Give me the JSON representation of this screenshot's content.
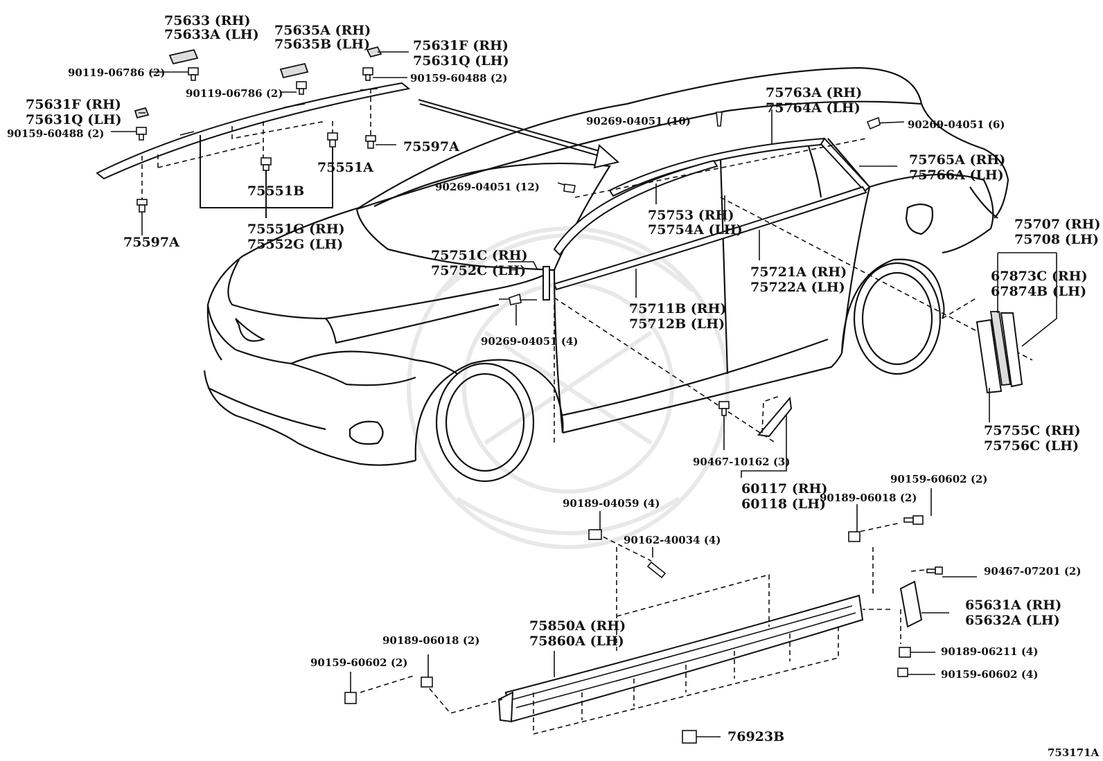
{
  "diagram_id": "753171A",
  "labels": {
    "p75633": [
      "75633 (RH)",
      "75633A (LH)"
    ],
    "p75635": [
      "75635A (RH)",
      "75635B (LH)"
    ],
    "p75631_top": [
      "75631F (RH)",
      "75631Q (LH)"
    ],
    "p75631_left": [
      "75631F (RH)",
      "75631Q (LH)"
    ],
    "bolt_90119_a": "90119-06786 (2)",
    "bolt_90119_b": "90119-06786 (2)",
    "bolt_90159_top": "90159-60488 (2)",
    "bolt_90159_left": "90159-60488 (2)",
    "p75597A_right": "75597A",
    "p75597A_left": "75597A",
    "p75551A": "75551A",
    "p75551B": "75551B",
    "p75551G": [
      "75551G (RH)",
      "75552G (LH)"
    ],
    "clip_90269_10": "90269-04051 (10)",
    "clip_90269_6": "90269-04051 (6)",
    "clip_90269_12": "90269-04051 (12)",
    "clip_90269_4": "90269-04051 (4)",
    "p75763": [
      "75763A (RH)",
      "75764A (LH)"
    ],
    "p75765": [
      "75765A (RH)",
      "75766A (LH)"
    ],
    "p75753": [
      "75753 (RH)",
      "75754A (LH)"
    ],
    "p75751": [
      "75751C (RH)",
      "75752C (LH)"
    ],
    "p75711": [
      "75711B (RH)",
      "75712B (LH)"
    ],
    "p75721": [
      "75721A (RH)",
      "75722A (LH)"
    ],
    "p75707": [
      "75707 (RH)",
      "75708 (LH)"
    ],
    "p67873": [
      "67873C (RH)",
      "67874B (LH)"
    ],
    "p75755": [
      "75755C (RH)",
      "75756C (LH)"
    ],
    "bolt_90467_10162": "90467-10162 (3)",
    "p60117": [
      "60117 (RH)",
      "60118 (LH)"
    ],
    "clip_90189_04059": "90189-04059 (4)",
    "screw_90162": "90162-40034 (4)",
    "clip_90189_06018_right": "90189-06018 (2)",
    "bolt_90159_60602_right": "90159-60602 (2)",
    "bolt_90467_07201": "90467-07201 (2)",
    "p65631": [
      "65631A (RH)",
      "65632A (LH)"
    ],
    "clip_90189_06211": "90189-06211 (4)",
    "bolt_90159_60602_4": "90159-60602 (4)",
    "p75850": [
      "75850A (RH)",
      "75860A (LH)"
    ],
    "clip_90189_06018_left": "90189-06018 (2)",
    "bolt_90159_60602_left": "90159-60602 (2)",
    "p76923B": "76923B"
  }
}
